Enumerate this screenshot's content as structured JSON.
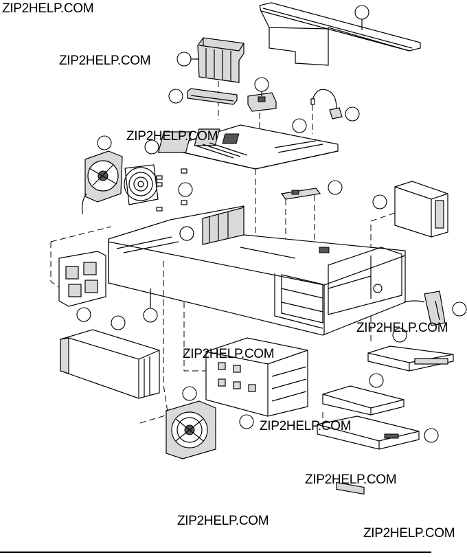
{
  "watermarks": [
    "ZIP2HELP.COM",
    "ZIP2HELP.COM",
    "ZIP2HELP.COM",
    "ZIP2HELP.COM",
    "ZIP2HELP.COM",
    "ZIP2HELP.COM",
    "ZIP2HELP.COM",
    "ZIP2HELP.COM",
    "ZIP2HELP.COM"
  ],
  "components": [
    "top-rail",
    "heatsink",
    "memory-module",
    "riser-card",
    "cable-connector",
    "motherboard",
    "rear-fan",
    "fan-guard",
    "screws",
    "pci-bracket",
    "floppy-drive",
    "chassis",
    "side-cover",
    "front-bezel-latch",
    "power-supply",
    "cd-rom-drive",
    "drive-cage",
    "front-fan",
    "hard-disk-drive",
    "drive-tray"
  ],
  "colors": {
    "line": "#000000",
    "shade": "#d9d9d9",
    "background": "#ffffff"
  }
}
